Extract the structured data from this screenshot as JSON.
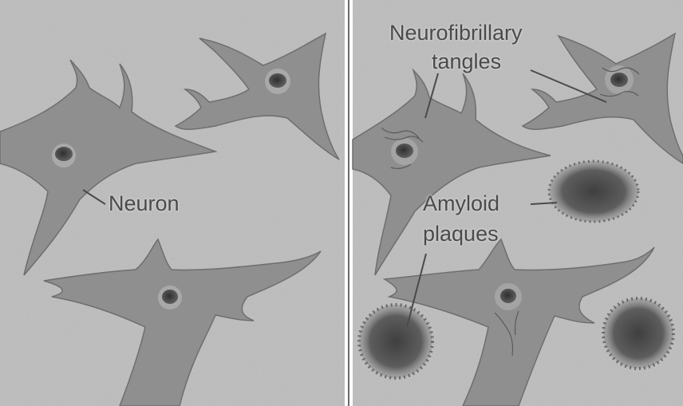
{
  "panels": [
    {
      "id": "healthy",
      "labels": {
        "neuron": "Neuron"
      }
    },
    {
      "id": "alzheimers",
      "labels": {
        "tangles_line1": "Neurofibrillary",
        "tangles_line2": "tangles",
        "plaques_line1": "Amyloid",
        "plaques_line2": "plaques"
      }
    }
  ],
  "colors": {
    "tissue": "#b9b9b9",
    "neuron_body": "#8d8d8d",
    "nucleus": "#5a5a5a",
    "plaque": "#5d5d5d",
    "label_text": "#4a4a4a",
    "divider": "#ffffff"
  }
}
